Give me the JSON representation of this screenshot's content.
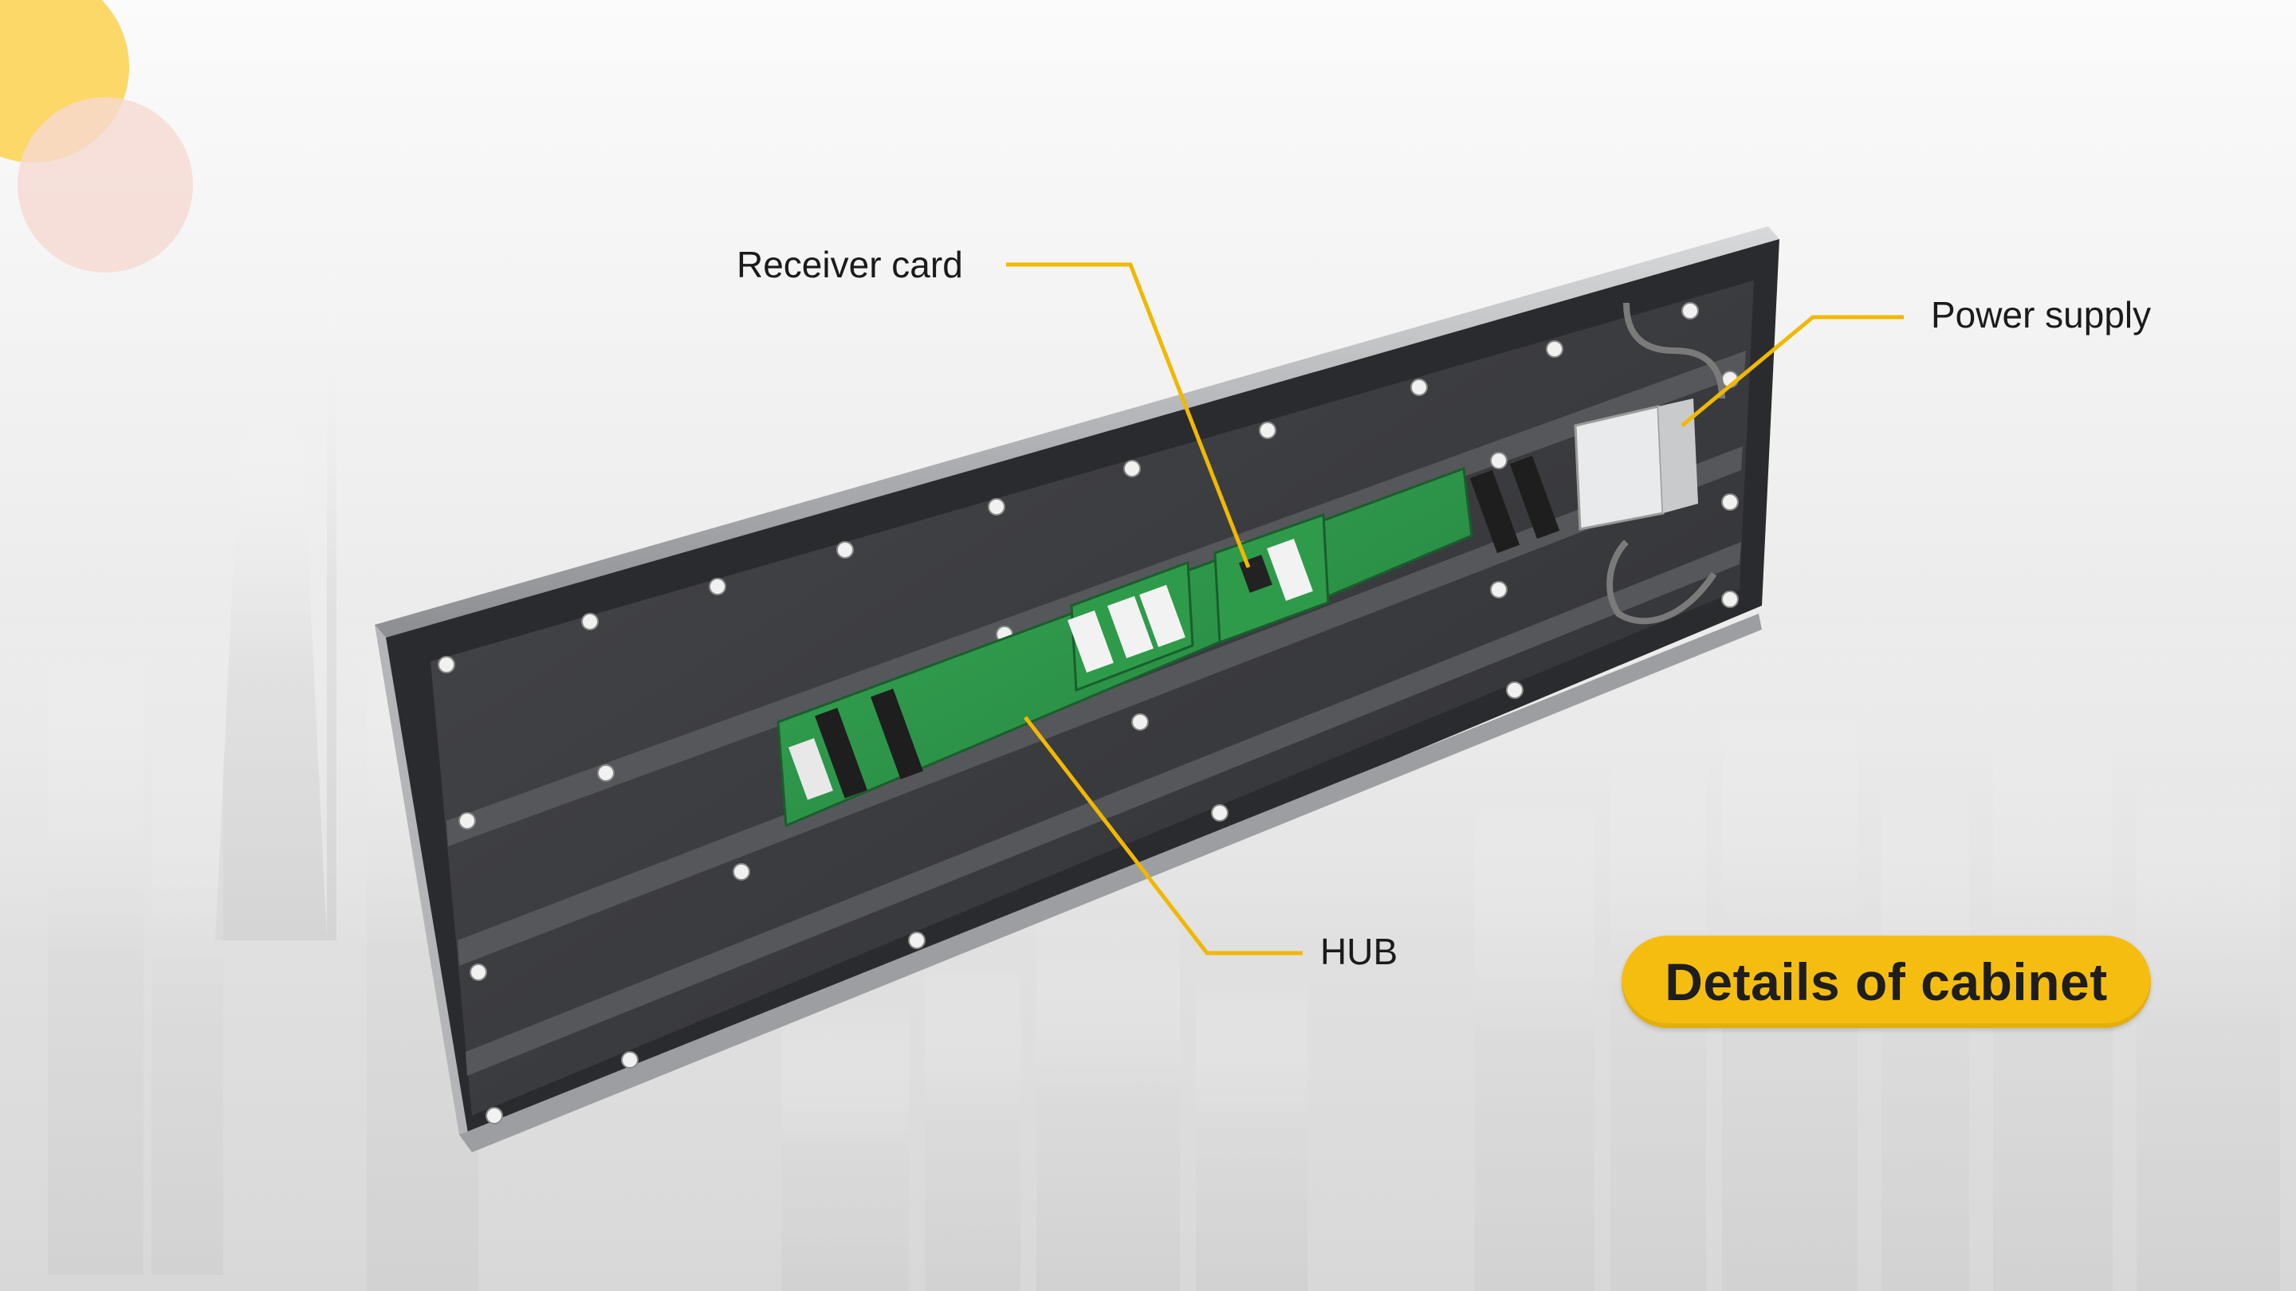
{
  "slide": {
    "title": "Details of cabinet"
  },
  "callouts": {
    "receiver_card": "Receiver card",
    "power_supply": "Power supply",
    "hub": "HUB"
  },
  "colors": {
    "accent": "#f5bd0f",
    "leader_line": "#f0b800",
    "decor_circle_yellow": "#fcd868",
    "decor_circle_pink": "#f6d9d2",
    "cabinet_frame": "#2a2b2e",
    "cabinet_interior": "#3b3c40",
    "pcb_green": "#2c9a4a"
  }
}
